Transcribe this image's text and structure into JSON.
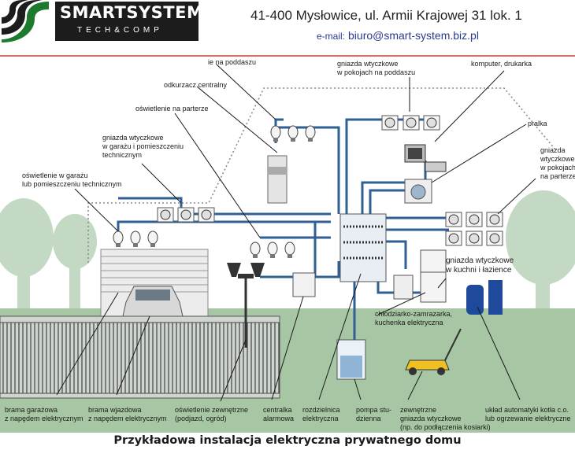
{
  "header": {
    "logo_main": "SMARTSYSTEM",
    "logo_sub": "TECH&COMP",
    "address": "41-400 Mysłowice,  ul. Armii Krajowej 31 lok. 1",
    "email_label": "e-mail:",
    "email": "biuro@smart-system.biz.pl"
  },
  "labels": {
    "poddasze_light": "ie na poddaszu",
    "gniazda_poddasze": [
      "gniazda wtyczkowe",
      "w pokojach na poddaszu"
    ],
    "komputer": "komputer, drukarka",
    "odkurzacz": "odkurzacz centralny",
    "oswietlenie_parter": "oświetlenie na parterze",
    "pralka": "pralka",
    "gniazda_garaz": [
      "gniazda wtyczkowe",
      "w garażu i pomieszczeniu",
      "technicznym"
    ],
    "gniazda_parter": [
      "gniazda",
      "wtyczkowe",
      "w pokojach",
      "na parterze"
    ],
    "oswietlenie_garaz": [
      "oświetlenie w garażu",
      "lub pomieszczeniu technicznym"
    ],
    "gniazda_kuchnia": [
      "gniazda wtyczkowe",
      "w kuchni i łazience"
    ],
    "chlodziarko": [
      "chłodziarko-zamrazarka,",
      "kuchenka elektryczna"
    ],
    "brama_garazowa": [
      "brama garażowa",
      "z napędem elektrycznym"
    ],
    "brama_wjazdowa": [
      "brama wjazdowa",
      "z napędem elektrycznym"
    ],
    "oswietlenie_zew": [
      "oświetlenie zewnętrzne",
      "(podjazd, ogród)"
    ],
    "centralka": [
      "centralka",
      "alarmowa"
    ],
    "rozdzielnica": [
      "rozdzielnica",
      "elektryczna"
    ],
    "pompa": [
      "pompa stu-",
      "dzienna"
    ],
    "zewnetrzne": [
      "zewnętrzne",
      "gniazda wtyczkowe",
      "(np. do podłączenia kosiarki)"
    ],
    "uklad": [
      "układ automatyki kotła c.o.",
      "lub ogrzewanie elektryczne"
    ]
  },
  "caption": "Przykładowa instalacja elektryczna prywatnego domu",
  "colors": {
    "wire": "#2f5f93",
    "leader": "#1a1a1a",
    "ground": "#a7c6a3",
    "tree": "#c4d9c4",
    "dotted_outline": "#8c8c8c",
    "caption": "#1a1a1a"
  }
}
